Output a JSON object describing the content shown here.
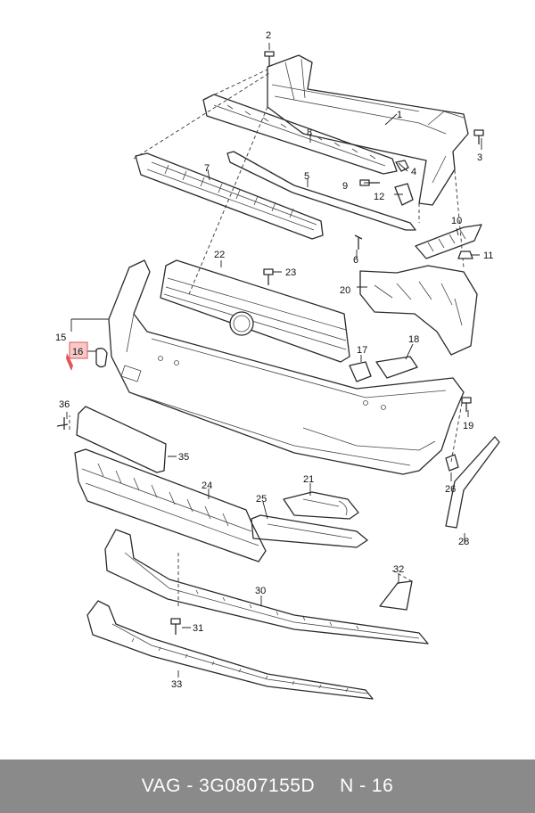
{
  "diagram": {
    "callouts": [
      "1",
      "2",
      "3",
      "4",
      "5",
      "6",
      "7",
      "8",
      "9",
      "10",
      "11",
      "12",
      "15",
      "16",
      "17",
      "18",
      "19",
      "20",
      "21",
      "22",
      "23",
      "24",
      "25",
      "26",
      "28",
      "30",
      "31",
      "32",
      "33",
      "35",
      "36"
    ],
    "highlighted_callout": "16",
    "highlight_color": "#e05555"
  },
  "footer": {
    "brand": "VAG",
    "part_number": "3G0807155D",
    "position": "N - 16",
    "background": "#8a8a8a"
  }
}
